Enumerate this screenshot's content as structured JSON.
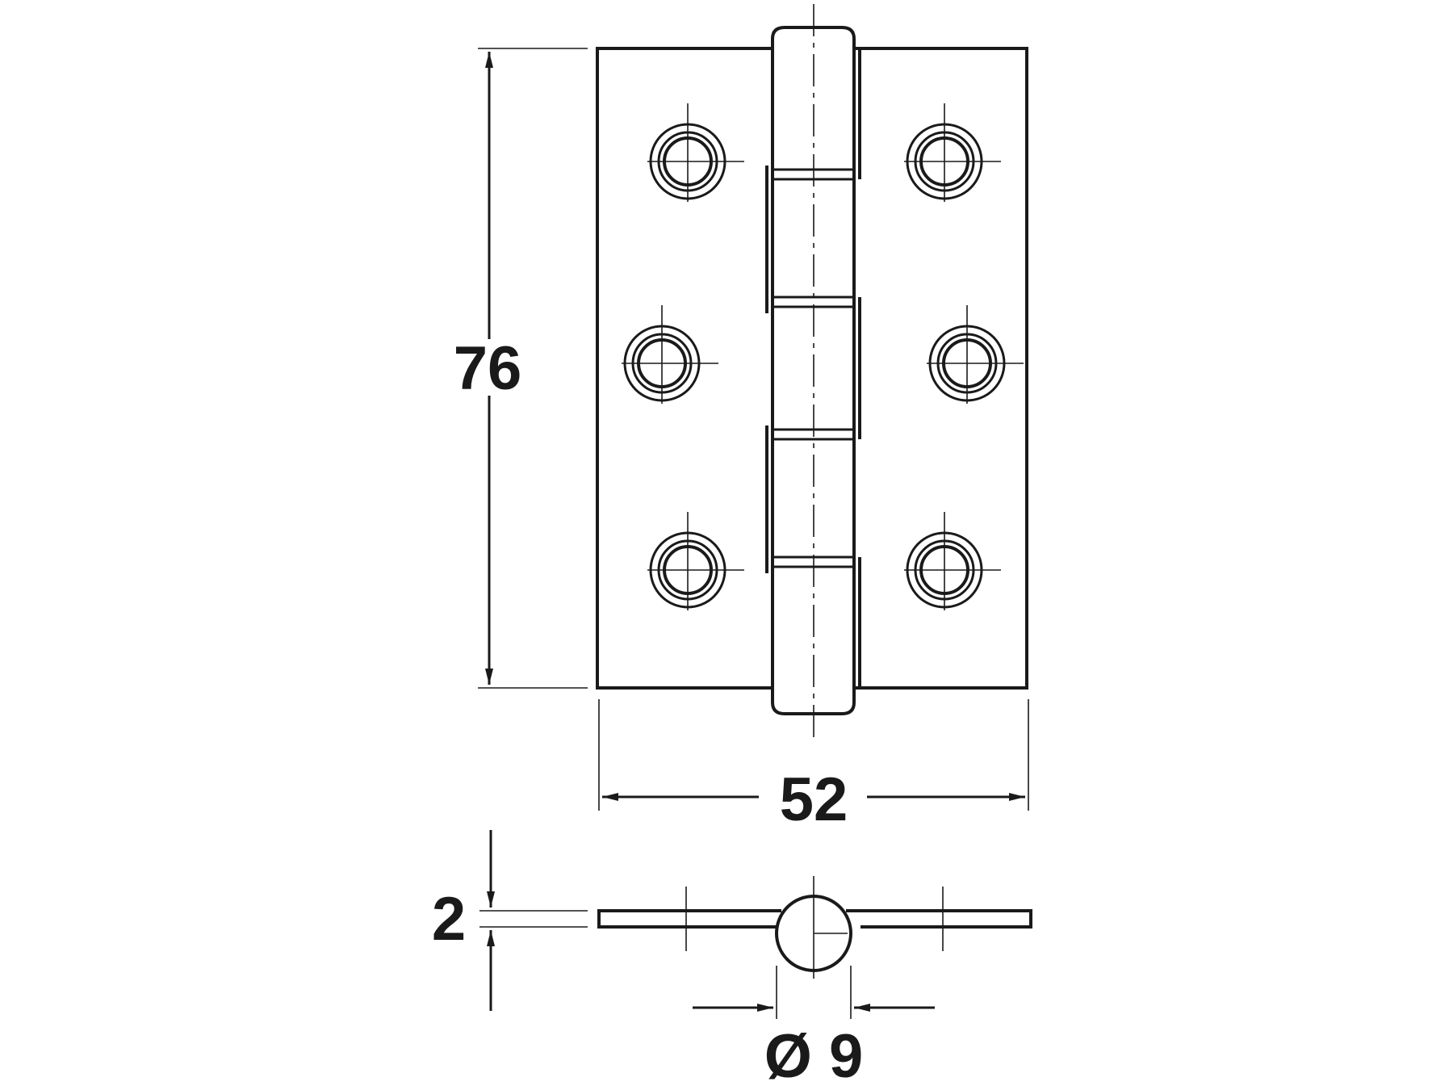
{
  "drawing": {
    "subject": "",
    "dimensions": {
      "height": "76",
      "width": "52",
      "thickness": "2",
      "knuckle_diameter": "Ø 9"
    },
    "colors": {
      "line": "#1a1a1a",
      "background": "#ffffff"
    }
  }
}
